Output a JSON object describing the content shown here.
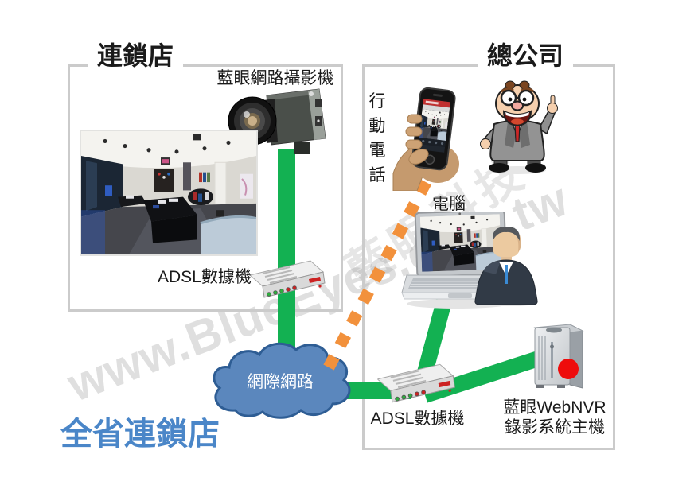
{
  "left_box": {
    "title": "連鎖店",
    "camera_label": "藍眼網路攝影機",
    "modem_label": "ADSL數據機"
  },
  "right_box": {
    "title": "總公司",
    "mobile_label": "行動電話",
    "computer_label": "電腦",
    "modem_label": "ADSL數據機",
    "nvr_label_line1": "藍眼WebNVR",
    "nvr_label_line2": "錄影系統主機"
  },
  "cloud": {
    "label": "網際網路"
  },
  "footer": {
    "label": "全省連鎖店"
  },
  "watermarks": {
    "company": "藍眼科技",
    "url": "www.BlueEyes.com.tw"
  },
  "colors": {
    "link_green": "#13b152",
    "dash_orange": "#f2913c",
    "cloud_fill": "#5b87bd",
    "cloud_border": "#2e5d94",
    "footer_blue": "#4a86c8",
    "box_border": "#cbcbcb",
    "alert_red": "#ee0c0c"
  }
}
